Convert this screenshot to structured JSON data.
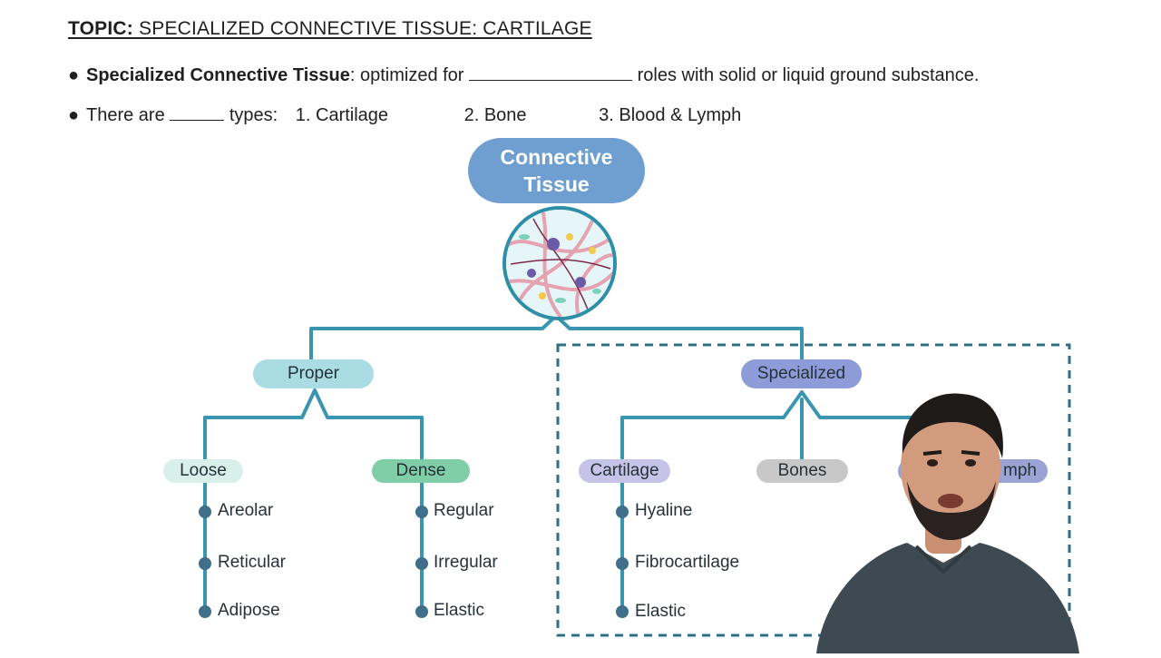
{
  "header": {
    "topic_label": "TOPIC:",
    "topic_text": "SPECIALIZED CONNECTIVE TISSUE: CARTILAGE"
  },
  "bullets": {
    "b1_bold": "Specialized Connective Tissue",
    "b1_pre": ": optimized for",
    "b1_post": "roles with solid or liquid ground substance.",
    "b2_pre": "There are",
    "b2_post": "types:",
    "types": [
      "1. Cartilage",
      "2. Bone",
      "3. Blood & Lymph"
    ]
  },
  "diagram": {
    "root": [
      "Connective",
      "Tissue"
    ],
    "proper": {
      "label": "Proper",
      "loose": {
        "label": "Loose",
        "items": [
          "Areolar",
          "Reticular",
          "Adipose"
        ]
      },
      "dense": {
        "label": "Dense",
        "items": [
          "Regular",
          "Irregular",
          "Elastic"
        ]
      }
    },
    "specialized": {
      "label": "Specialized",
      "cartilage": {
        "label": "Cartilage",
        "items": [
          "Hyaline",
          "Fibrocartilage",
          "Elastic"
        ]
      },
      "bones": {
        "label": "Bones"
      },
      "blood_partial": "mph"
    }
  },
  "colors": {
    "line": "#3a95b0",
    "root": "#6f9fd1",
    "proper": "#a9dce3",
    "loose": "#d9efea",
    "dense": "#7fcea8",
    "specialized": "#8d9bd8",
    "cartilage": "#c5c3e8",
    "bones": "#c8c8c8",
    "blood": "#9aa3d4",
    "dot": "#3f6f8a"
  },
  "icons": {
    "tissue_image": "connective-tissue-micrograph-icon",
    "presenter": "presenter-video-overlay"
  }
}
